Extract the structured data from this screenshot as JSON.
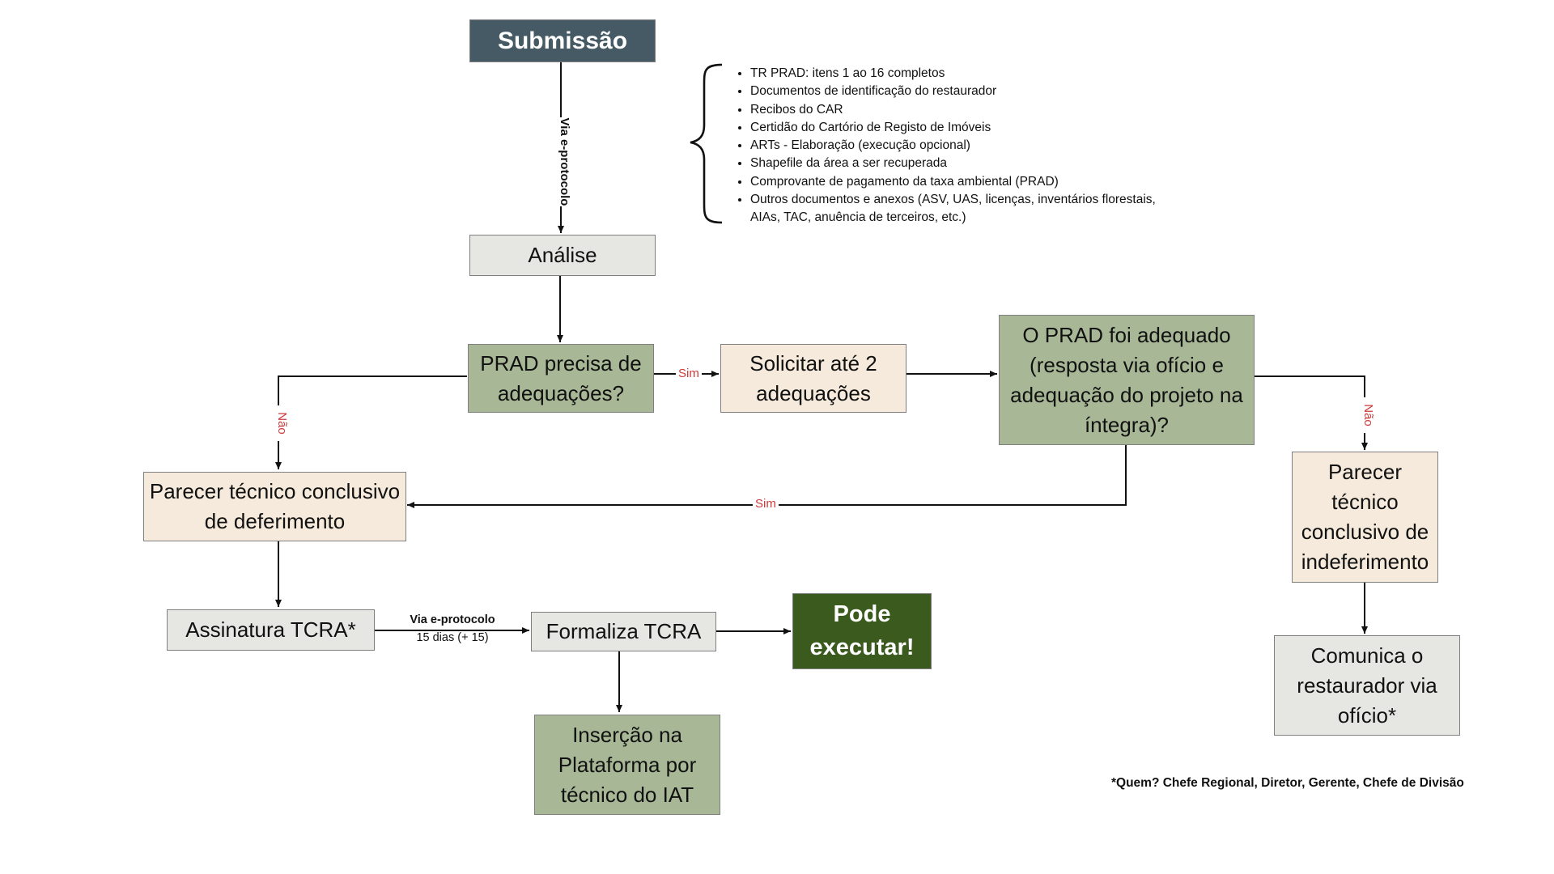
{
  "nodes": {
    "submissao": "Submissão",
    "analise": "Análise",
    "prad_precisa": "PRAD precisa de adequações?",
    "solicitar": "Solicitar até 2 adequações",
    "prad_adequado": "O PRAD foi adequado (resposta via ofício e adequação do projeto na íntegra)?",
    "parecer_deferimento": "Parecer técnico conclusivo de deferimento",
    "parecer_indeferimento": "Parecer técnico conclusivo de indeferimento",
    "assinatura": "Assinatura TCRA*",
    "formaliza": "Formaliza TCRA",
    "pode_executar": "Pode executar!",
    "insercao": "Inserção na Plataforma por técnico do IAT",
    "comunica": "Comunica o restaurador via ofício*"
  },
  "edge_labels": {
    "via_eprotocolo_1": "Via e-protocolo",
    "sim_1": "Sim",
    "nao_1": "Não",
    "nao_2": "Não",
    "sim_2": "Sim",
    "via_eprotocolo_2": "Via e-protocolo",
    "prazo": "15 dias (+ 15)"
  },
  "documents": [
    "TR PRAD: itens 1 ao 16 completos",
    "Documentos de identificação do restaurador",
    "Recibos do CAR",
    "Certidão do Cartório de Registo de Imóveis",
    "ARTs - Elaboração (execução opcional)",
    "Shapefile da área a ser recuperada",
    "Comprovante de pagamento da taxa ambiental (PRAD)",
    "Outros documentos e anexos (ASV, UAS, licenças, inventários florestais, AIAs, TAC, anuência de terceiros, etc.)"
  ],
  "footnote": "*Quem? Chefe Regional, Diretor, Gerente, Chefe de Divisão",
  "colors": {
    "dark_slate": "#455a64",
    "light_grey": "#e6e6e3",
    "sage_green": "#a8b896",
    "cream": "#f5eadb",
    "dark_green": "#3b5a1e",
    "red_label": "#cc3b3b"
  }
}
